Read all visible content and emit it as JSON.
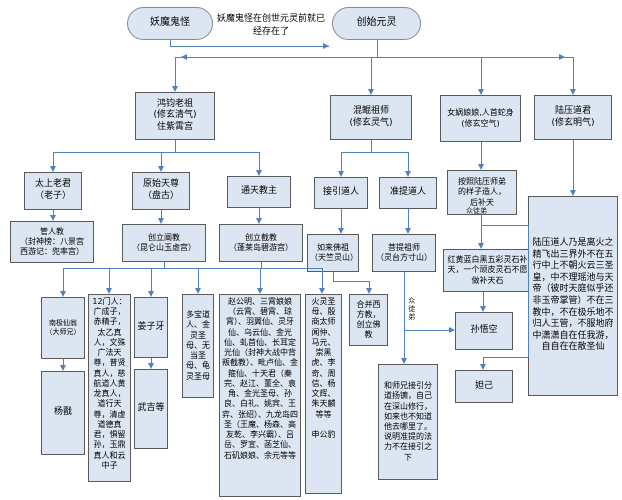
{
  "diagram": {
    "note": "妖魔鬼怪在创世元灵前就已\n经存在了",
    "edge_labels": {
      "puti_disciples": "众徒弟",
      "nvwa_branch": "众徒弟"
    },
    "colors": {
      "box_fill": "#dce6f2",
      "box_border": "#5a5a5a",
      "line": "#4f81bd"
    },
    "nodes": {
      "yaoguai": "妖魔鬼怪",
      "chuangshi": "创始元灵",
      "hongjun": "鸿钧老祖\n(修玄清气)\n住紫霄宫",
      "hunkun": "混鲲祖师\n(修玄灵气)",
      "nvwa": "女娲娘娘,人首蛇身\n(修玄空气)",
      "luya": "陆压道君\n(修玄明气)",
      "taishang": "太上老君\n（老子）",
      "yuanshi": "原始天尊\n（盘古）",
      "tongtian": "通天教主",
      "jieyin": "接引道人",
      "zhunti": "准提道人",
      "zaoren": "按照陆压师弟\n的样子造人，\n后补天",
      "renjiao": "管人教\n（封神榜：八景宫\n西游记：兜率宫）",
      "chanjiao": "创立阐教\n（昆仑山玉虚宫）",
      "jiejiao": "创立截教\n（蓬莱岛碧游宫）",
      "rulai": "如来佛祖\n（天竺灵山）",
      "puti": "菩提祖师\n（灵台方寸山）",
      "lingshi": "红黄蓝白黑五彩灵石补天，一个顽皮灵石不愿做补天石",
      "luya_note": "陆压道人乃是离火之精飞出三界外不在五行中上不朝火云三圣皇，中不理瑶池与天帝（彼时天庭似乎还非玉帝掌管）不在三教中，不在极乐地不归人王管，不服地府中潇潇自在任我游，自自在在散圣仙",
      "nanji": "南极仙翁\n（大师兄）",
      "yangjian": "杨戬",
      "menren": "12门人：广成子，赤精子，太乙真人，文殊广法天尊，普贤真人，慈航道人黄龙真人，道行天尊，清虚道德真君，惧留孙，玉鼎真人和云中子",
      "jiangziya": "姜子牙",
      "wuji": "武吉等",
      "duobao": "多宝道人、金灵圣母、无当圣母、龟灵圣母",
      "jiejiao_members": "赵公明、三霄娘娘（云霄、碧霄、琼霄）、羽翼仙、灵牙仙、乌云仙、金光仙、虬首仙、长耳定光仙（封神大战中背叛截教）、毗卢仙、金箍仙、十天君（秦完、赵江、董全、袁角、金光圣母、孙良、白礼、姚宾、王弈、张绍）、九龙岛四圣（王魔、杨森、高友乾、李兴霸）、吕岳、罗宣、菡芝仙、石矶娘娘、余元等等",
      "huoling": "火灵圣母、殷商太师闻仲、马元、崇黑虎、李奇、周信、杨文辉、朱天麟等等\n\n申公豹",
      "hebing": "合并西\n方教，\n创立佛\n教",
      "shenshan": "和师兄接引分道扬镳，自己在深山修行，如来也不知道他去哪里了。说明准提的法力不在接引之下",
      "sunwukong": "孙悟空",
      "daji": "妲己"
    }
  }
}
